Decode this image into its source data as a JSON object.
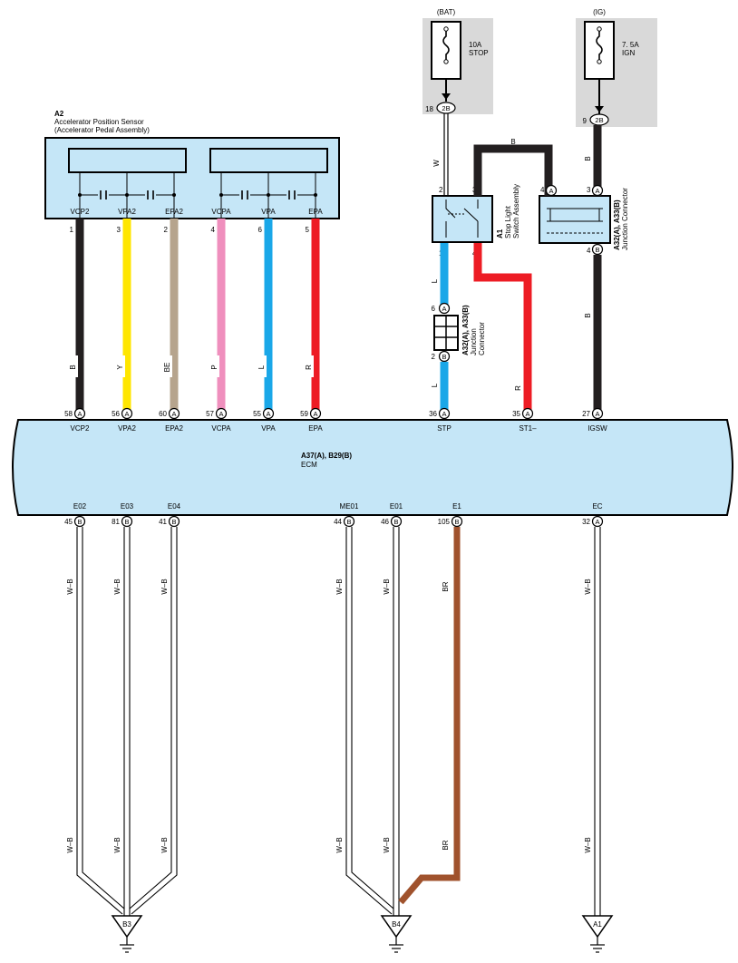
{
  "sensor": {
    "code": "A2",
    "name": "Accelerator Position Sensor",
    "sub": "(Accelerator Pedal Assembly)",
    "terms": [
      {
        "label": "VCP2",
        "pin": "1"
      },
      {
        "label": "VPA2",
        "pin": "3"
      },
      {
        "label": "EPA2",
        "pin": "2"
      },
      {
        "label": "VCPA",
        "pin": "4"
      },
      {
        "label": "VPA",
        "pin": "6"
      },
      {
        "label": "EPA",
        "pin": "5"
      }
    ]
  },
  "fuses": [
    {
      "supply": "(BAT)",
      "rating": "10A",
      "name": "STOP",
      "pin": "18",
      "conn": "2B"
    },
    {
      "supply": "(IG)",
      "rating": "7. 5A",
      "name": "IGN",
      "pin": "9",
      "conn": "2B"
    }
  ],
  "switch": {
    "code": "A1",
    "name1": "Stop Light",
    "name2": "Switch Assembly",
    "pins": [
      "2",
      "3",
      "1",
      "4"
    ]
  },
  "junction_top": {
    "code": "A32(A), A33(B)",
    "name": "Junction Connector",
    "pins": [
      "4",
      "3",
      "4"
    ],
    "tags": [
      "A",
      "A",
      "B"
    ]
  },
  "junction_mid": {
    "code": "A32(A), A33(B)",
    "name1": "Junction",
    "name2": "Connector",
    "pins": [
      "6",
      "2"
    ],
    "tags": [
      "A",
      "B"
    ]
  },
  "wires": {
    "W": "W",
    "B": "B",
    "Y": "Y",
    "BE": "BE",
    "P": "P",
    "L": "L",
    "R": "R",
    "WB": "W–B",
    "BR": "BR"
  },
  "ecm": {
    "code": "A37(A), B29(B)",
    "name": "ECM",
    "top_terms": [
      {
        "pin": "58",
        "tag": "A",
        "label": "VCP2",
        "wire": "B",
        "color": "#231f20"
      },
      {
        "pin": "56",
        "tag": "A",
        "label": "VPA2",
        "wire": "Y",
        "color": "#ffe600"
      },
      {
        "pin": "60",
        "tag": "A",
        "label": "EPA2",
        "wire": "BE",
        "color": "#b6a48d"
      },
      {
        "pin": "57",
        "tag": "A",
        "label": "VCPA",
        "wire": "P",
        "color": "#ef8fbd"
      },
      {
        "pin": "55",
        "tag": "A",
        "label": "VPA",
        "wire": "L",
        "color": "#1aa7e8"
      },
      {
        "pin": "59",
        "tag": "A",
        "label": "EPA",
        "wire": "R",
        "color": "#ed1c24"
      },
      {
        "pin": "36",
        "tag": "A",
        "label": "STP",
        "wire": "L",
        "color": "#1aa7e8"
      },
      {
        "pin": "35",
        "tag": "A",
        "label": "ST1–",
        "wire": "R",
        "color": "#ed1c24"
      },
      {
        "pin": "27",
        "tag": "A",
        "label": "IGSW",
        "wire": "B",
        "color": "#231f20"
      }
    ],
    "bottom_terms": [
      {
        "pin": "45",
        "tag": "B",
        "label": "E02"
      },
      {
        "pin": "81",
        "tag": "B",
        "label": "E03"
      },
      {
        "pin": "41",
        "tag": "B",
        "label": "E04"
      },
      {
        "pin": "44",
        "tag": "B",
        "label": "ME01"
      },
      {
        "pin": "46",
        "tag": "B",
        "label": "E01"
      },
      {
        "pin": "105",
        "tag": "B",
        "label": "E1"
      },
      {
        "pin": "32",
        "tag": "A",
        "label": "EC"
      }
    ]
  },
  "grounds": [
    "B3",
    "B4",
    "A1"
  ],
  "colors": {
    "black": "#231f20",
    "yellow": "#ffe600",
    "beige": "#b6a48d",
    "pink": "#ef8fbd",
    "blue": "#1aa7e8",
    "red": "#ed1c24",
    "brown": "#a0522d",
    "ecm_fill": "#c5e6f7",
    "gray_box": "#d9d9d9"
  }
}
